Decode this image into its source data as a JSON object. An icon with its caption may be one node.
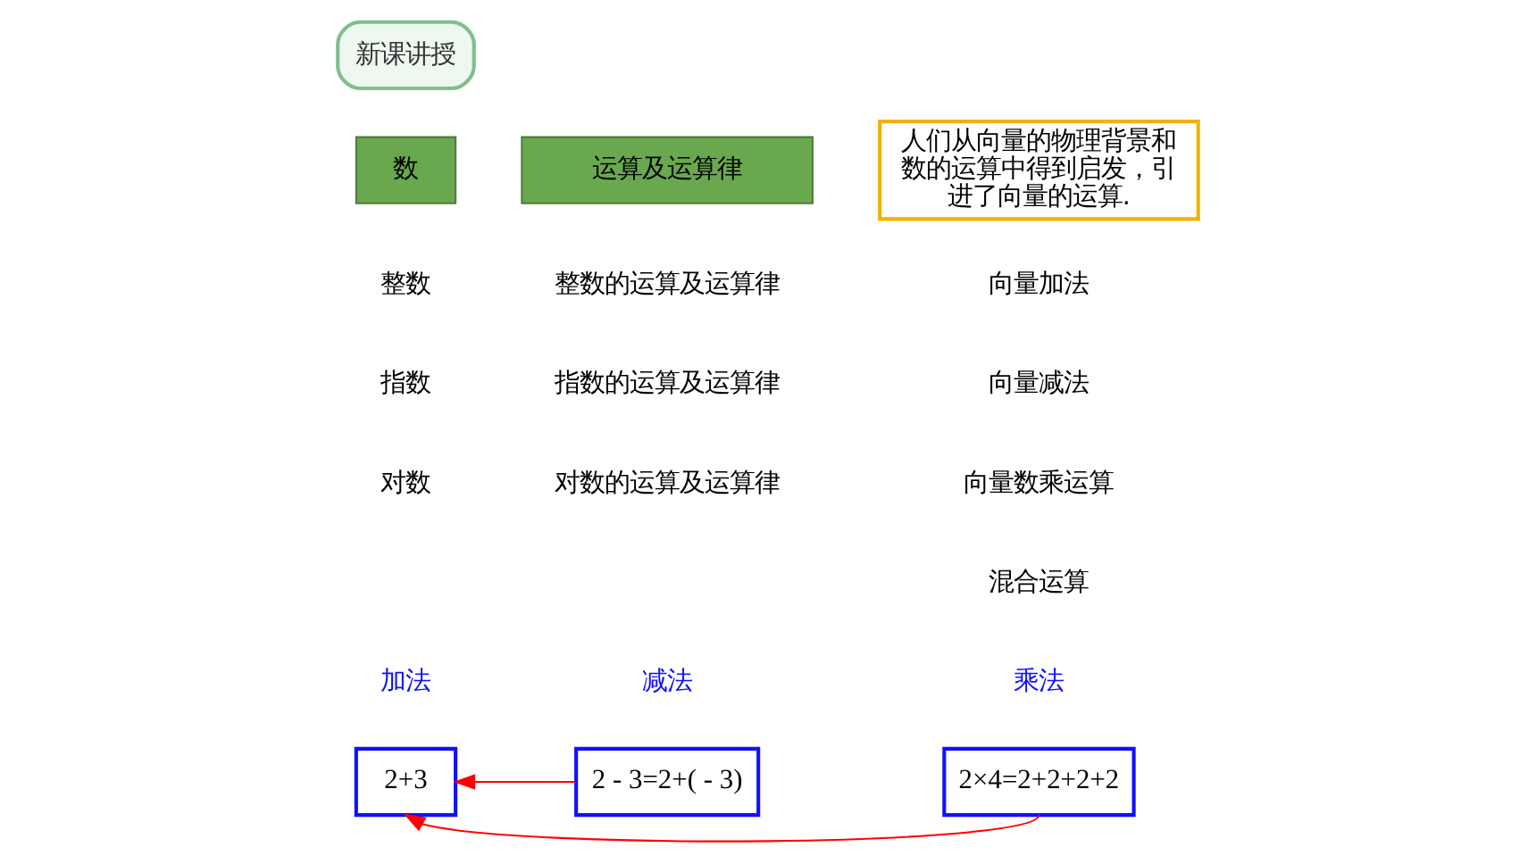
{
  "diagram": {
    "nodes": [
      {
        "text": [
          "新课讲授"
        ]
      },
      {
        "text": [
          "数"
        ]
      },
      {
        "text": [
          "运算及运算律"
        ]
      },
      {
        "text": [
          "人们从向量的物理背景和数的运算中得到启发，引进了向量的运算."
        ]
      },
      {
        "text": [
          "2+3"
        ],
        "beside": [
          "加法"
        ]
      },
      {
        "text": [
          "2 - 3=2+( - 3)"
        ],
        "beside": [
          "减法"
        ]
      },
      {
        "text": [
          "2×4=2+2+2+2"
        ],
        "beside": [
          "乘法"
        ]
      }
    ],
    "edges": [
      {
        "from": 5,
        "to": 4,
        "arrow": "to"
      },
      {
        "from": 6,
        "to": 4,
        "arrow": "to"
      }
    ],
    "labels": [
      "整数",
      "整数的运算及运算律",
      "指数",
      "指数的运算及运算律",
      "对数",
      "对数的运算及运算律",
      "向量加法",
      "向量减法",
      "向量数乘运算",
      "混合运算"
    ]
  }
}
